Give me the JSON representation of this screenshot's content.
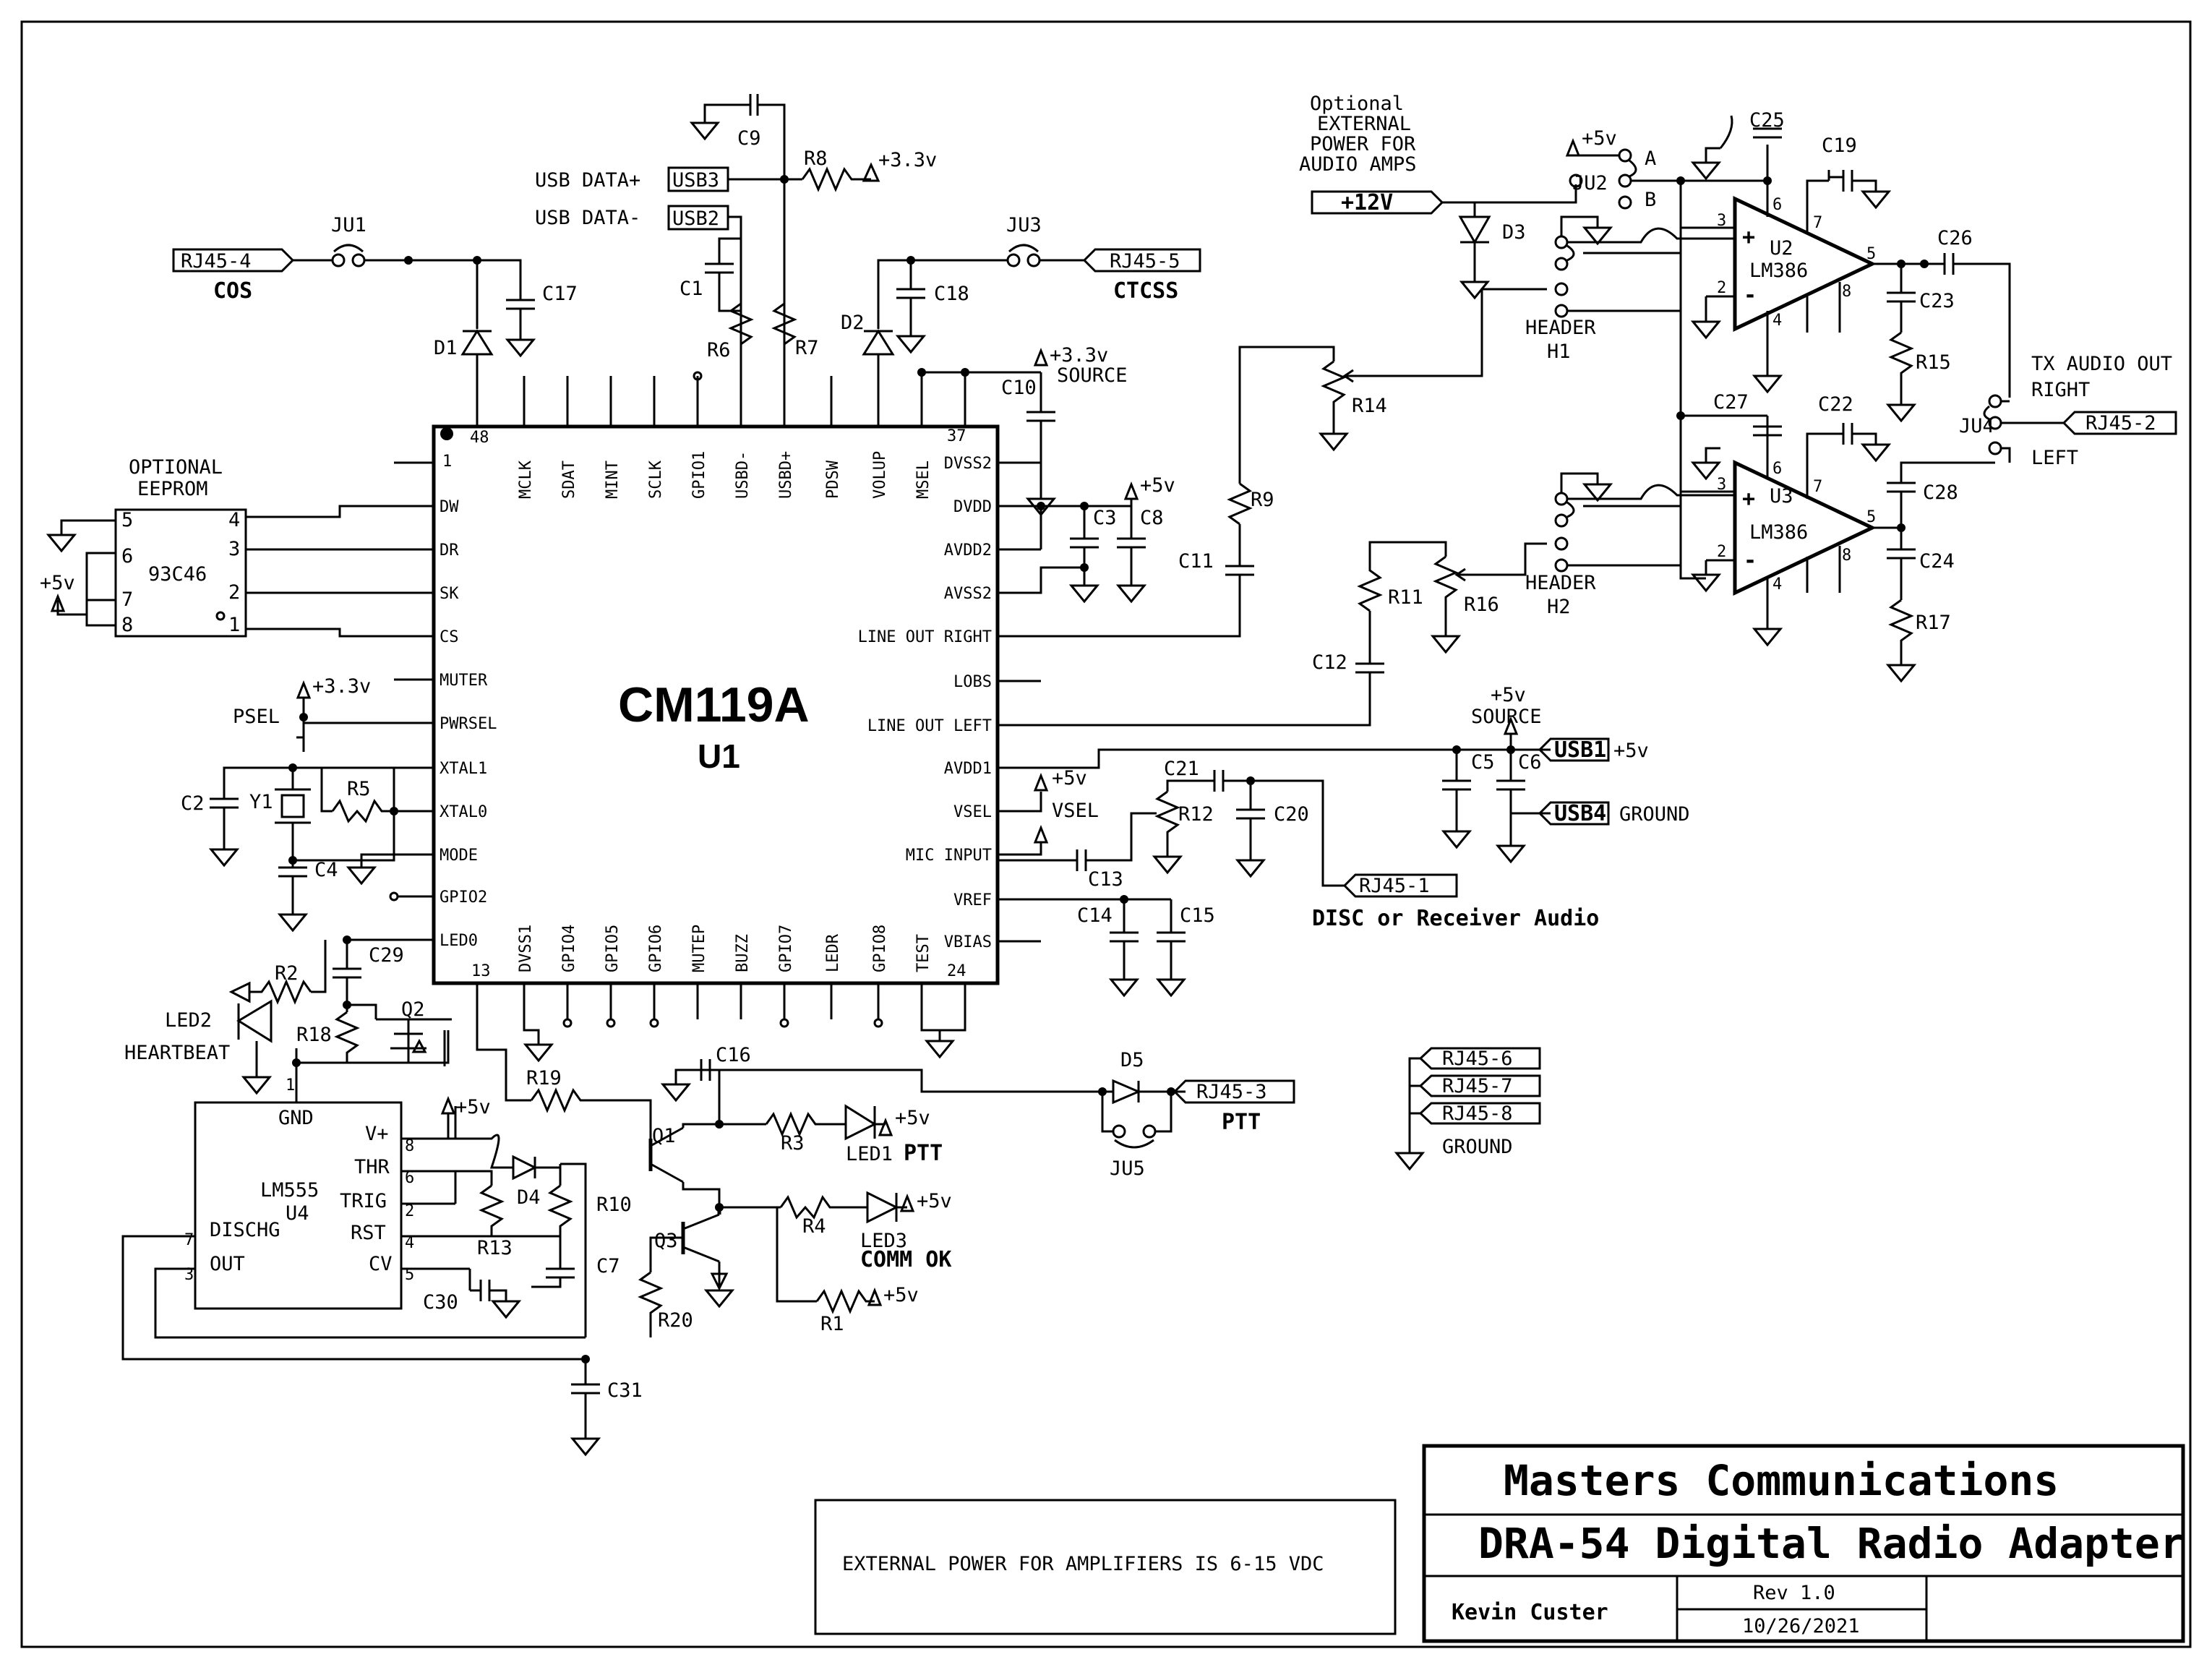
{
  "chip": {
    "name": "CM119A",
    "ref": "U1",
    "pin_first": "48",
    "pin_1": "1",
    "pin_13": "13",
    "pin_24": "24",
    "pin_37": "37"
  },
  "chip_pins_top": [
    "MCLK",
    "SDAT",
    "MINT",
    "SCLK",
    "GPIO1",
    "USBD-",
    "USBD+",
    "PDSW",
    "VOLUP",
    "MSEL"
  ],
  "chip_pins_left": [
    "DW",
    "DR",
    "SK",
    "CS",
    "MUTER",
    "PWRSEL",
    "XTAL1",
    "XTAL0",
    "MODE",
    "GPIO2",
    "LED0"
  ],
  "chip_pins_right": [
    "DVSS2",
    "DVDD",
    "AVDD2",
    "AVSS2",
    "LINE OUT RIGHT",
    "LOBS",
    "LINE OUT LEFT",
    "AVDD1",
    "VSEL",
    "MIC INPUT",
    "VREF",
    "VBIAS"
  ],
  "chip_pins_bottom": [
    "DVSS1",
    "GPIO4",
    "GPIO5",
    "GPIO6",
    "MUTEP",
    "BUZZ",
    "GPIO7",
    "LEDR",
    "GPIO8",
    "TEST"
  ],
  "eeprom": {
    "title1": "OPTIONAL",
    "title2": "EEPROM",
    "part": "93C46",
    "pins": [
      "5",
      "6",
      "7",
      "8",
      "4",
      "3",
      "2",
      "1"
    ],
    "supply": "+5v"
  },
  "usb": {
    "data_plus": "USB DATA+",
    "data_minus": "USB DATA-",
    "usb3": "USB3",
    "usb2": "USB2",
    "usb1": "USB1",
    "usb4": "USB4",
    "plus5": "+5v",
    "ground": "GROUND"
  },
  "rails": {
    "v33": "+3.3v",
    "v5": "+5v",
    "v33_source": "+3.3v",
    "source": "SOURCE",
    "v5_source": "+5v",
    "source2": "SOURCE",
    "vsel": "VSEL"
  },
  "connectors": {
    "rj45_4": "RJ45-4",
    "cos": "COS",
    "rj45_5": "RJ45-5",
    "ctcss": "CTCSS",
    "rj45_2": "RJ45-2",
    "rj45_1": "RJ45-1",
    "disc": "DISC or Receiver Audio",
    "rj45_3": "RJ45-3",
    "ptt": "PTT",
    "rj45_6": "RJ45-6",
    "rj45_7": "RJ45-7",
    "rj45_8": "RJ45-8",
    "ground2": "GROUND",
    "plus12": "+12V"
  },
  "ext_power": {
    "l1": "Optional",
    "l2": "EXTERNAL",
    "l3": "POWER FOR",
    "l4": "AUDIO AMPS"
  },
  "jumpers": {
    "ju1": "JU1",
    "ju2": "JU2",
    "ju3": "JU3",
    "ju4": "JU4",
    "ju5": "JU5",
    "a": "A",
    "b": "B"
  },
  "amps": {
    "u2": "U2",
    "u3": "U3",
    "part": "LM386",
    "plus": "+",
    "minus": "-",
    "pin3": "3",
    "pin2": "2",
    "pin6": "6",
    "pin4": "4",
    "pin5": "5",
    "pin7": "7",
    "pin8": "8"
  },
  "headers": {
    "h1a": "HEADER",
    "h1b": "H1",
    "h2a": "HEADER",
    "h2b": "H2"
  },
  "tx_audio": {
    "l1": "TX AUDIO OUT",
    "right": "RIGHT",
    "left": "LEFT"
  },
  "timer": {
    "part": "LM555",
    "ref": "U4",
    "gnd": "GND",
    "vplus": "V+",
    "thr": "THR",
    "trig": "TRIG",
    "rst": "RST",
    "cv": "CV",
    "disch": "DISCHG",
    "out": "OUT",
    "p1": "1",
    "p8": "8",
    "p6": "6",
    "p2": "2",
    "p4": "4",
    "p5": "5",
    "p7": "7",
    "p3": "3"
  },
  "leds": {
    "led1": "LED1",
    "ptt": "PTT",
    "led2": "LED2",
    "heartbeat": "HEARTBEAT",
    "led3": "LED3",
    "commok": "COMM OK"
  },
  "parts": {
    "c1": "C1",
    "c2": "C2",
    "c3": "C3",
    "c4": "C4",
    "c5": "C5",
    "c6": "C6",
    "c7": "C7",
    "c8": "C8",
    "c9": "C9",
    "c10": "C10",
    "c11": "C11",
    "c12": "C12",
    "c13": "C13",
    "c14": "C14",
    "c15": "C15",
    "c16": "C16",
    "c17": "C17",
    "c18": "C18",
    "c19": "C19",
    "c20": "C20",
    "c21": "C21",
    "c22": "C22",
    "c23": "C23",
    "c24": "C24",
    "c25": "C25",
    "c26": "C26",
    "c27": "C27",
    "c28": "C28",
    "c29": "C29",
    "c30": "C30",
    "c31": "C31",
    "r1": "R1",
    "r2": "R2",
    "r3": "R3",
    "r4": "R4",
    "r5": "R5",
    "r6": "R6",
    "r7": "R7",
    "r8": "R8",
    "r9": "R9",
    "r10": "R10",
    "r11": "R11",
    "r12": "R12",
    "r13": "R13",
    "r14": "R14",
    "r15": "R15",
    "r16": "R16",
    "r17": "R17",
    "r18": "R18",
    "r19": "R19",
    "r20": "R20",
    "d1": "D1",
    "d2": "D2",
    "d3": "D3",
    "d4": "D4",
    "d5": "D5",
    "q1": "Q1",
    "q2": "Q2",
    "q3": "Q3",
    "y1": "Y1",
    "psel": "PSEL"
  },
  "note": "EXTERNAL POWER FOR AMPLIFIERS IS 6-15 VDC",
  "title_block": {
    "company": "Masters Communications",
    "title": "DRA-54 Digital Radio Adapter",
    "author": "Kevin Custer",
    "rev": "Rev 1.0",
    "date": "10/26/2021"
  }
}
